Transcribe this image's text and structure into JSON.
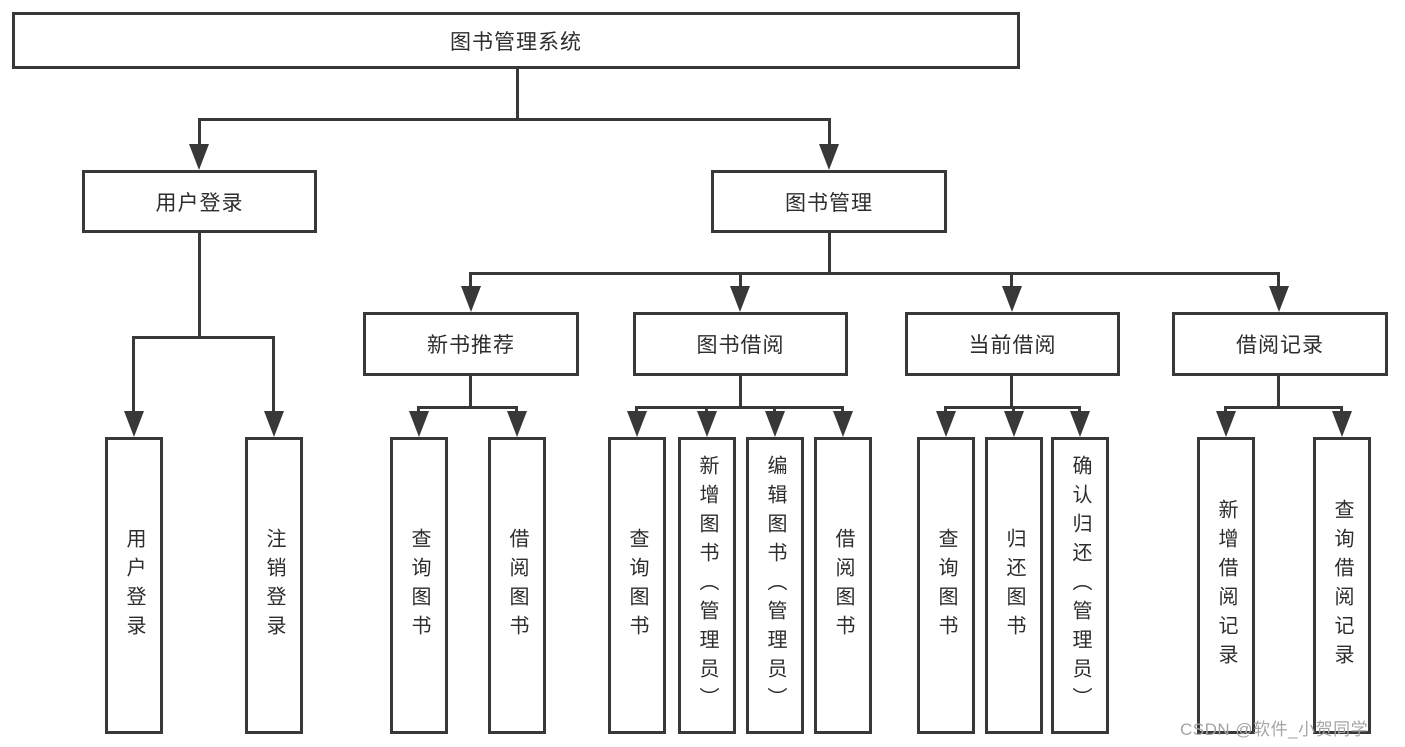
{
  "diagram_type": "hierarchy-tree",
  "colors": {
    "line": "#383838",
    "text": "#2d2d2d",
    "watermark": "#a5a5a5",
    "background": "#ffffff"
  },
  "nodes": {
    "root": {
      "label": "图书管理系统"
    },
    "level2": [
      {
        "label": "用户登录"
      },
      {
        "label": "图书管理"
      }
    ],
    "level3": [
      {
        "label": "新书推荐"
      },
      {
        "label": "图书借阅"
      },
      {
        "label": "当前借阅"
      },
      {
        "label": "借阅记录"
      }
    ],
    "leaves": {
      "user_login": [
        "用户登录",
        "注销登录"
      ],
      "new_book_recommend": [
        "查询图书",
        "借阅图书"
      ],
      "book_borrow": [
        "查询图书",
        "新增图书（管理员）",
        "编辑图书（管理员）",
        "借阅图书"
      ],
      "current_borrow": [
        "查询图书",
        "归还图书",
        "确认归还（管理员）"
      ],
      "borrow_record": [
        "新增借阅记录",
        "查询借阅记录"
      ]
    }
  },
  "watermark": "CSDN @软件_小贺同学"
}
